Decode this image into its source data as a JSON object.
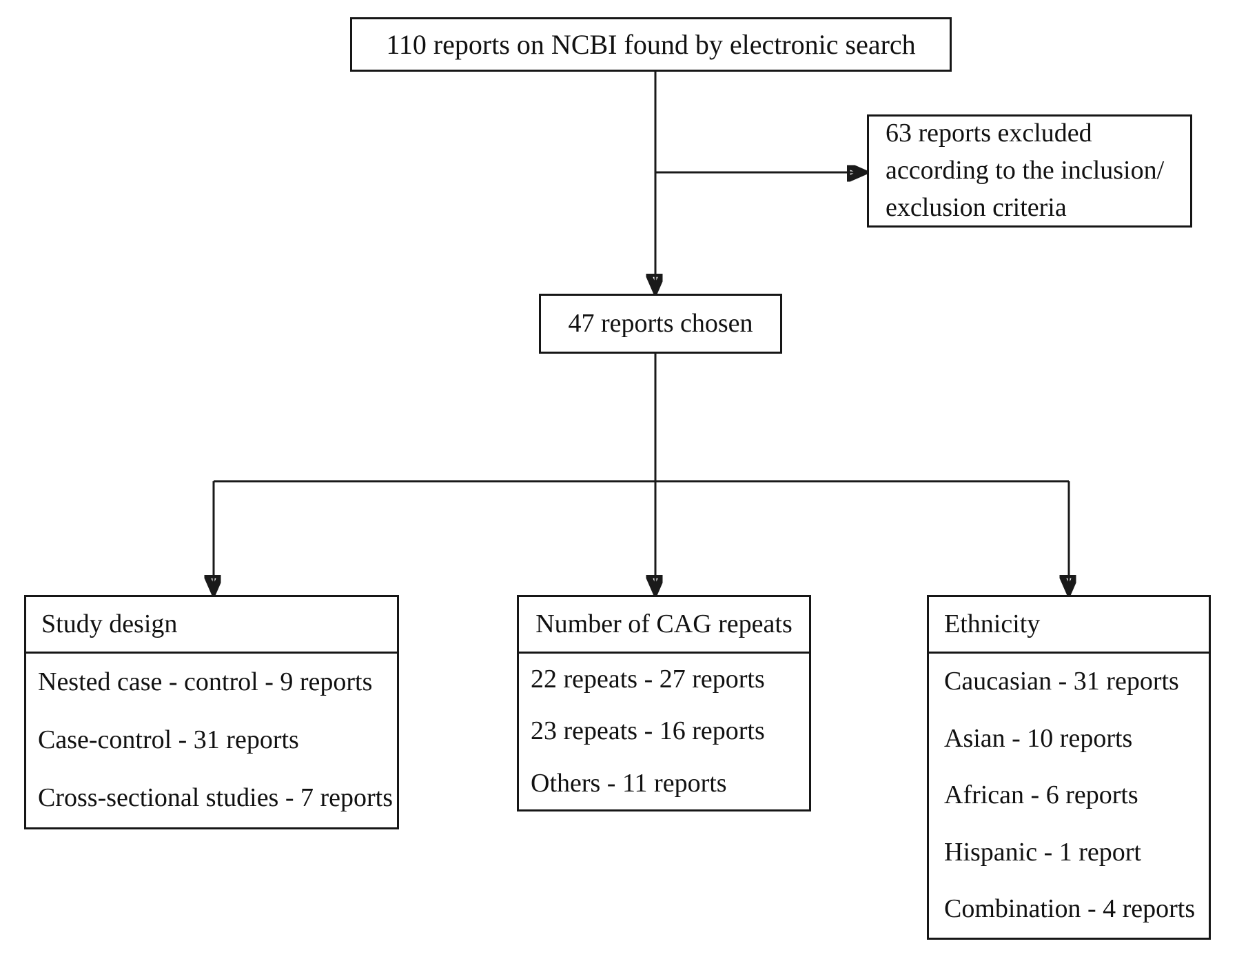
{
  "flowchart": {
    "top_box": {
      "label": "110 reports on NCBI found by electronic search"
    },
    "excluded_box": {
      "lines": [
        "63 reports excluded",
        "according to the inclusion/",
        "exclusion criteria"
      ]
    },
    "chosen_box": {
      "label": "47 reports chosen"
    },
    "branches": [
      {
        "title": "Study design",
        "items": [
          "Nested case - control - 9 reports",
          "Case-control - 31 reports",
          "Cross-sectional studies - 7 reports"
        ]
      },
      {
        "title": "Number of CAG repeats",
        "items": [
          "22 repeats - 27 reports",
          "23 repeats - 16 reports",
          "Others - 11 reports"
        ]
      },
      {
        "title": "Ethnicity",
        "items": [
          "Caucasian - 31 reports",
          "Asian - 10 reports",
          "African - 6 reports",
          "Hispanic - 1 report",
          "Combination - 4 reports"
        ]
      }
    ],
    "colors": {
      "line": "#1a1a1a",
      "border": "#161616",
      "background": "#ffffff",
      "text": "#111111"
    }
  }
}
